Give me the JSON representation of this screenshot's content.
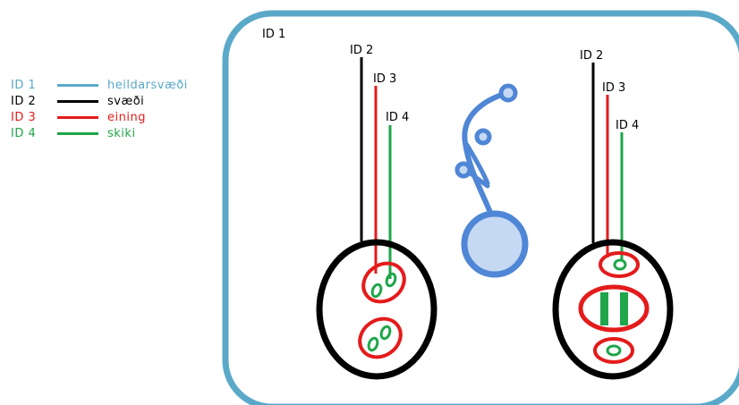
{
  "legend": [
    {
      "id": "ID 1",
      "name": "heildarsvæði",
      "color": "#5aa9c9"
    },
    {
      "id": "ID 2",
      "name": "svæði",
      "color": "#000000"
    },
    {
      "id": "ID 3",
      "name": "eining",
      "color": "#e41b1b"
    },
    {
      "id": "ID 4",
      "name": "skiki",
      "color": "#1fa64a"
    }
  ],
  "diagram": {
    "outer_label": "ID 1",
    "left_group": {
      "label_id2": "ID 2",
      "label_id3": "ID 3",
      "label_id4": "ID 4"
    },
    "right_group": {
      "label_id2": "ID 2",
      "label_id3": "ID 3",
      "label_id4": "ID 4"
    }
  },
  "colors": {
    "outer_border": "#5aa9c9",
    "icon_stroke": "#4f86d6",
    "icon_fill": "#c5d9f2"
  }
}
